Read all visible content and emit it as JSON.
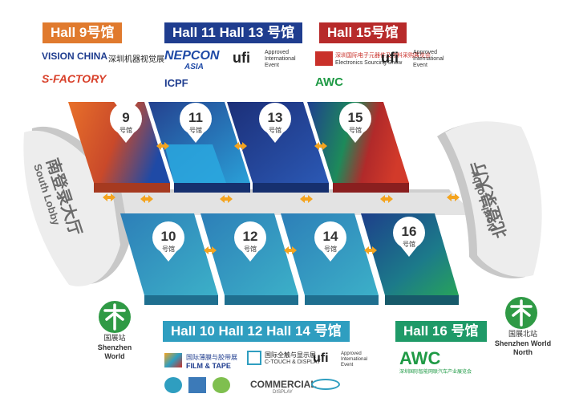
{
  "banners": {
    "hall9": "Hall 9号馆",
    "hall11_13": "Hall 11 Hall 13 号馆",
    "hall15": "Hall 15号馆",
    "hall10_12_14": "Hall 10  Hall 12 Hall 14 号馆",
    "hall16": "Hall 16 号馆"
  },
  "logos": {
    "vision_china": "VISION CHINA",
    "vision_cn": "深圳机器视觉展",
    "sfactory": "S-FACTORY",
    "nepcon": "NEPCON",
    "nepcon_sub": "ASIA",
    "ufi": "ufi",
    "ufi_note": "Approved International Event",
    "icpf": "ICPF",
    "es_cn": "深圳国际电子元器件及物料采购展览会",
    "es_en": "Electronics Sourcing Show",
    "awc": "AWC",
    "awc_cn": "深圳国际智能网联汽车产业展览会",
    "film_cn": "国际薄膜与胶带展",
    "film_en": "FILM & TAPE",
    "ctouch_cn": "国际全触与显示展",
    "ctouch_en": "C-TOUCH & DISPLAY",
    "commercial": "COMMERCIAL",
    "commercial_sub": "DISPLAY"
  },
  "halls": [
    {
      "num": "9",
      "hao": "号馆"
    },
    {
      "num": "11",
      "hao": "号馆"
    },
    {
      "num": "13",
      "hao": "号馆"
    },
    {
      "num": "15",
      "hao": "号馆"
    },
    {
      "num": "10",
      "hao": "号馆"
    },
    {
      "num": "12",
      "hao": "号馆"
    },
    {
      "num": "14",
      "hao": "号馆"
    },
    {
      "num": "16",
      "hao": "号馆"
    }
  ],
  "lobbies": {
    "south_cn": "南登录大厅",
    "south_en": "South Lobby",
    "north_cn": "北登录大厅",
    "north_en": "North Lobby"
  },
  "stations": {
    "south_cn": "国展站",
    "south_en": "Shenzhen World",
    "north_cn": "国展北站",
    "north_en1": "Shenzhen World",
    "north_en2": "North"
  },
  "colors": {
    "hall9": "#e06a2a",
    "hall11_13": "#1f3d8f",
    "hall15": "#b72a2a",
    "hall_lower": "#2f9ec0",
    "hall16": "#1e6a8a",
    "connector": "#f4a41f",
    "metro": "#2f9a45"
  }
}
